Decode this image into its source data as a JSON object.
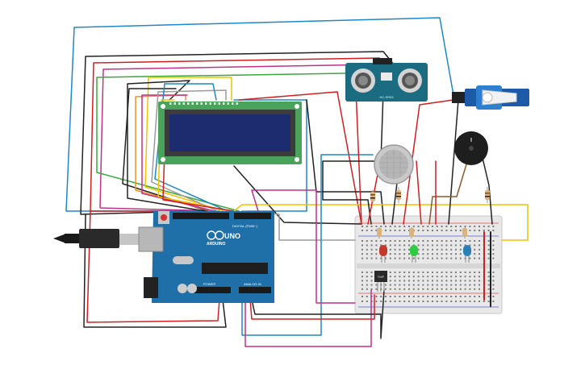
{
  "arduino": {
    "brand_text": "ARDUINO",
    "model_text": "UNO",
    "digital_label": "DIGITAL (PWM~)",
    "power_label": "POWER",
    "analog_label": "ANALOG IN",
    "color": "#1f6fa8"
  },
  "sonar": {
    "label_text": "HC-SR04",
    "color": "#1b6c80"
  },
  "lcd": {
    "board_color": "#4aa35b",
    "screen_color": "#1c2c6e"
  },
  "leds": [
    {
      "color": "#c0392b"
    },
    {
      "color": "#2ecc40"
    },
    {
      "color": "#2980b9"
    }
  ],
  "tmp_sensor": {
    "label_text": "TMP"
  },
  "wire_colors": {
    "red": "#d11f1f",
    "black": "#222222",
    "yellow": "#f2c200",
    "blue": "#1e88c7",
    "green": "#3aa83a",
    "orange": "#f0901e",
    "magenta": "#c0308c",
    "gray": "#9a9a9a",
    "brown": "#8b5a2b"
  }
}
